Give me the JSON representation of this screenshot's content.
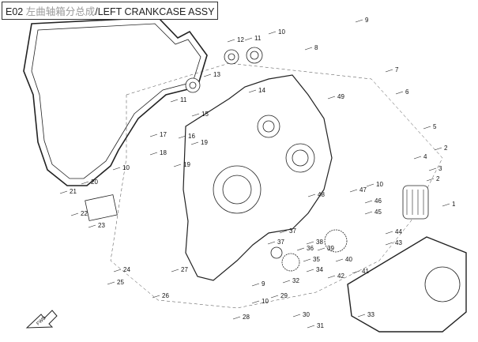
{
  "title": {
    "code": "E02",
    "chinese": "左曲轴箱分总成",
    "english": "/LEFT CRANKCASE ASSY"
  },
  "callouts": [
    "9",
    "10",
    "12",
    "11",
    "8",
    "7",
    "13",
    "49",
    "6",
    "11",
    "14",
    "15",
    "5",
    "17",
    "16",
    "19",
    "18",
    "19",
    "2",
    "4",
    "3",
    "2",
    "10",
    "20",
    "10",
    "47",
    "48",
    "21",
    "1",
    "46",
    "45",
    "22",
    "23",
    "37",
    "44",
    "38",
    "39",
    "43",
    "36",
    "37",
    "35",
    "40",
    "41",
    "34",
    "24",
    "27",
    "42",
    "32",
    "25",
    "26",
    "9",
    "29",
    "10",
    "28",
    "30",
    "33",
    "31"
  ],
  "front_arrow_label": "FWD"
}
